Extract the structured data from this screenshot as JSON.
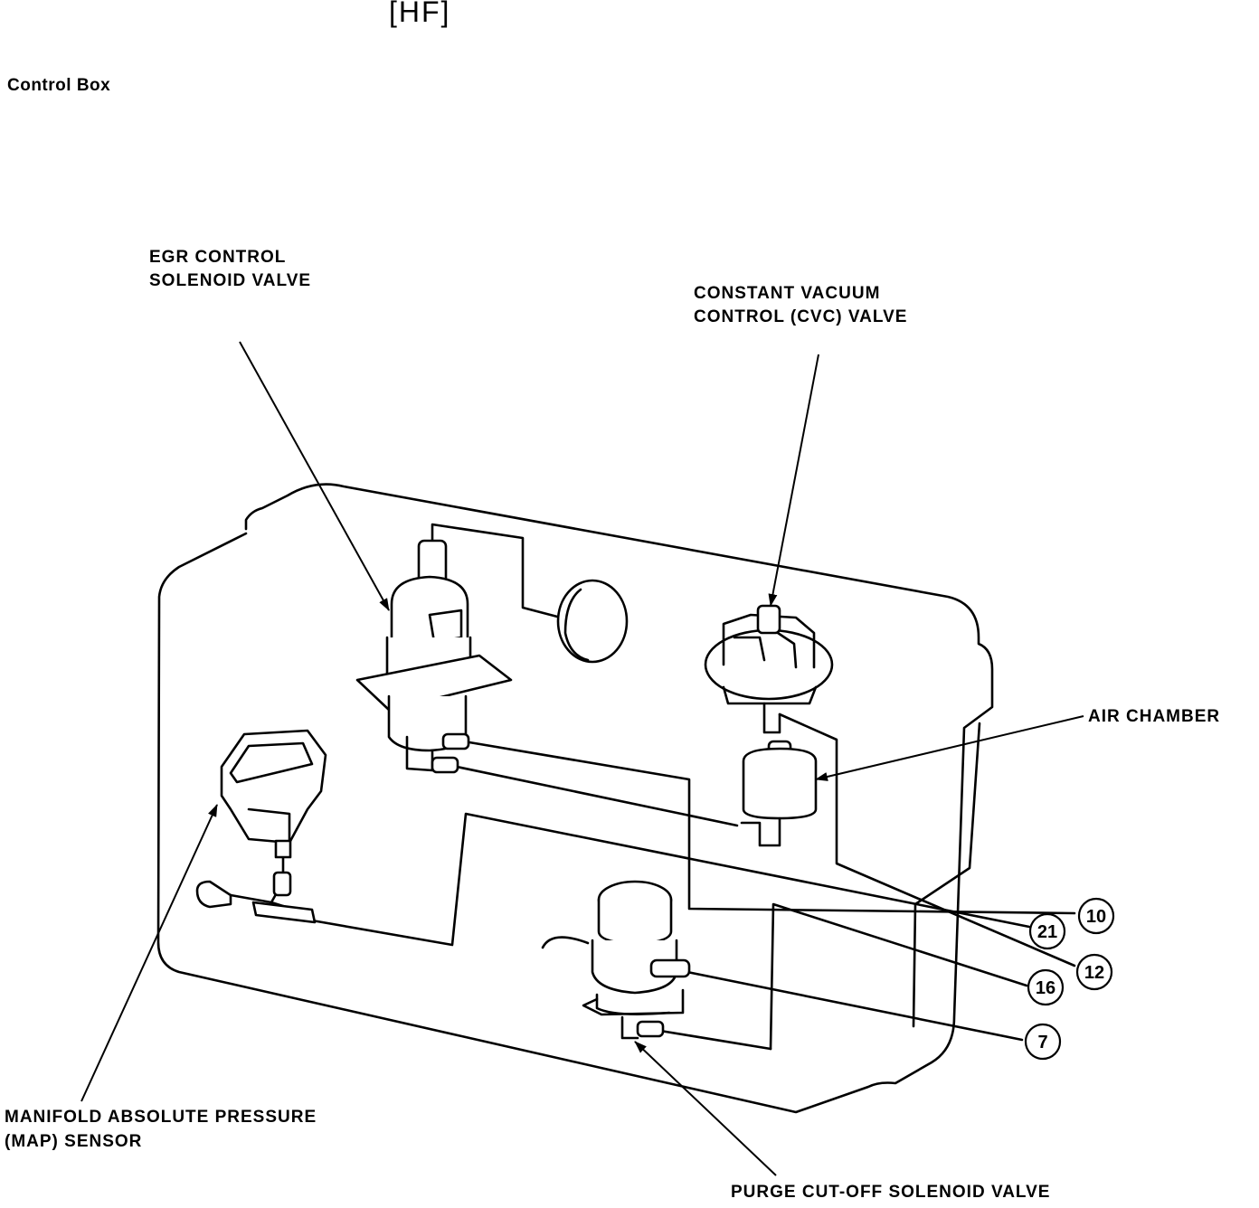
{
  "header": {
    "code": "[HF]",
    "subtitle": "Control Box"
  },
  "labels": {
    "egr_line1": "EGR CONTROL",
    "egr_line2": "SOLENOID VALVE",
    "cvc_line1": "CONSTANT VACUUM",
    "cvc_line2": "CONTROL (CVC) VALVE",
    "air_chamber": "AIR CHAMBER",
    "map_line1": "MANIFOLD ABSOLUTE PRESSURE",
    "map_line2": "(MAP) SENSOR",
    "purge": "PURGE CUT-OFF SOLENOID VALVE"
  },
  "port_numbers": [
    "10",
    "21",
    "12",
    "16",
    "7"
  ]
}
